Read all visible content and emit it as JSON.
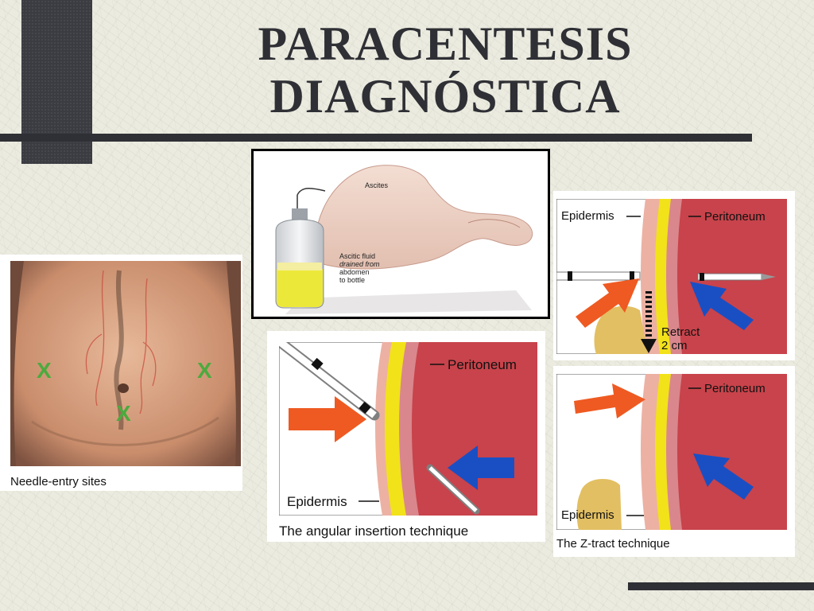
{
  "title": {
    "line1": "PARACENTESIS",
    "line2": "DIAGNÓSTICA"
  },
  "figures": {
    "drainage": {
      "label_ascites": "Ascites",
      "label_fluid_1": "Ascitic fluid",
      "label_fluid_2": "drained from",
      "label_fluid_3": "abdomen",
      "label_fluid_4": "to bottle"
    },
    "needle_entry": {
      "caption": "Needle-entry sites",
      "marker": "X"
    },
    "angular": {
      "caption": "The angular insertion technique",
      "label_peritoneum": "Peritoneum",
      "label_epidermis": "Epidermis"
    },
    "z_retract": {
      "label_epidermis": "Epidermis",
      "label_peritoneum": "Peritoneum",
      "label_retract_1": "Retract",
      "label_retract_2": "2 cm"
    },
    "z_tract": {
      "caption": "The Z-tract technique",
      "label_peritoneum": "Peritoneum",
      "label_epidermis": "Epidermis"
    }
  },
  "colors": {
    "title": "#2f3035",
    "tissue_red": "#c8434b",
    "fat_yellow": "#f2e21a",
    "arrow_orange": "#ee5a22",
    "arrow_blue": "#1a4fc4",
    "marker_green": "#4caa3e"
  }
}
